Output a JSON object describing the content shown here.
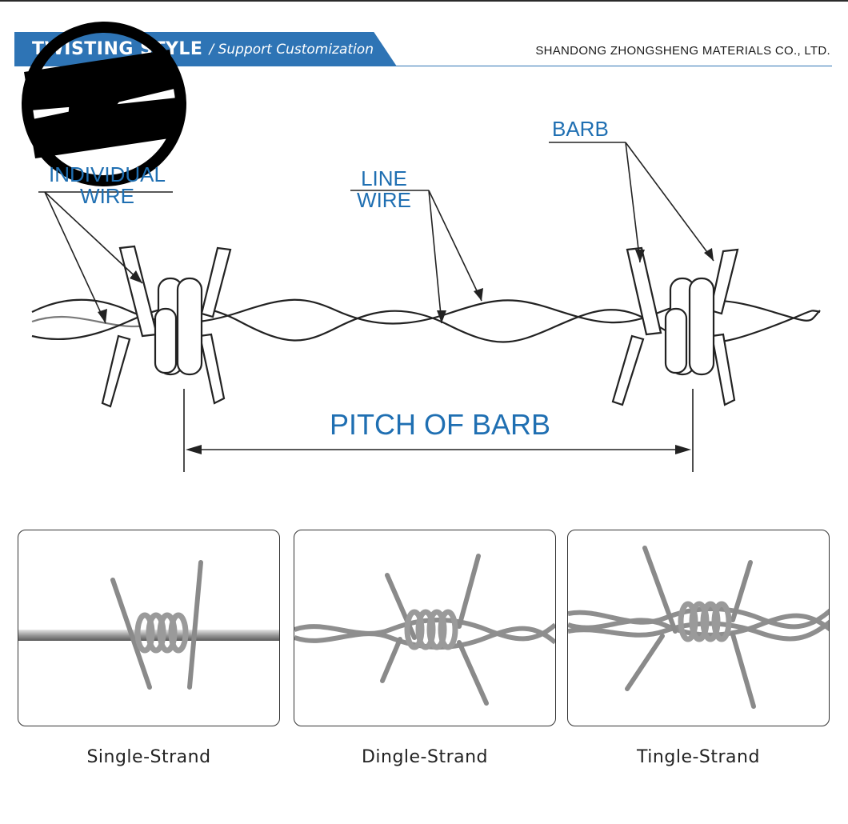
{
  "header": {
    "title": "TWISTING STYLE",
    "subtitle": "/ Support Customization",
    "company": "SHANDONG ZHONGSHENG MATERIALS CO., LTD.",
    "banner_color": "#2e74b5"
  },
  "diagram": {
    "labels": {
      "barb": "BARB",
      "line_wire_1": "LINE",
      "line_wire_2": "WIRE",
      "individual_wire_1": "INDIVIDUAL",
      "individual_wire_2": "WIRE",
      "pitch": "PITCH OF BARB"
    },
    "label_color": "#1f6fb2"
  },
  "strands": [
    {
      "caption": "Single-Strand"
    },
    {
      "caption": "Dingle-Strand"
    },
    {
      "caption": "Tingle-Strand"
    }
  ]
}
